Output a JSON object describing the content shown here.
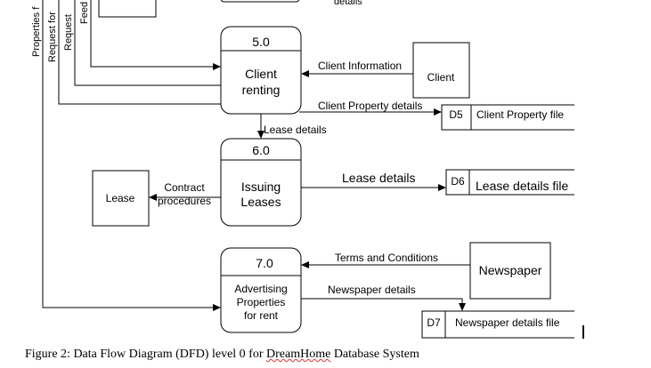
{
  "processes": {
    "p5": {
      "id": "5.0",
      "line1": "Client",
      "line2": "renting"
    },
    "p6": {
      "id": "6.0",
      "line1": "Issuing",
      "line2": "Leases"
    },
    "p7": {
      "id": "7.0",
      "line1": "Advertising",
      "line2": "Properties",
      "line3": "for rent"
    }
  },
  "entities": {
    "client": "Client",
    "lease": "Lease",
    "newspaper": "Newspaper"
  },
  "stores": {
    "d5": {
      "id": "D5",
      "name": "Client Property file"
    },
    "d6": {
      "id": "D6",
      "name": "Lease details file"
    },
    "d7": {
      "id": "D7",
      "name": "Newspaper details file"
    }
  },
  "flows": {
    "client_information": "Client Information",
    "client_property_details": "Client Property details",
    "lease_details_down": "Lease details",
    "lease_details_store": "Lease details",
    "contract_1": "Contract",
    "contract_2": "procedures",
    "terms_conditions": "Terms and Conditions",
    "newspaper_details": "Newspaper details"
  },
  "cutoff": {
    "left1": "Properties f",
    "left2": "Request for",
    "left3": "Request",
    "left4": "Feed",
    "top_right": "details"
  },
  "caption": {
    "before": "Figure 2: Data Flow Diagram (DFD) level 0 for ",
    "brand": "DreamHome",
    "after": " Database System"
  }
}
